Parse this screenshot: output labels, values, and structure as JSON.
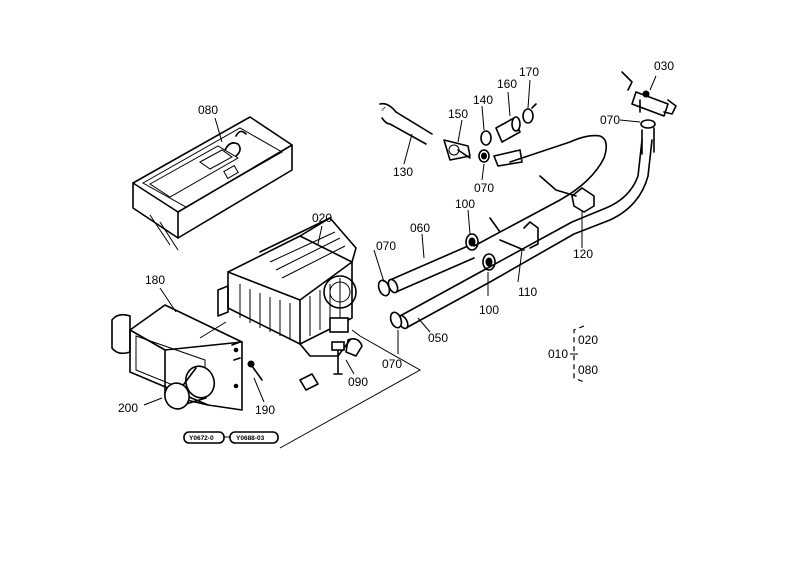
{
  "labels": {
    "l010": "010",
    "l020a": "020",
    "l020b": "020",
    "l030": "030",
    "l050": "050",
    "l060": "060",
    "l070a": "070",
    "l070b": "070",
    "l070c": "070",
    "l070d": "070",
    "l080a": "080",
    "l080b": "080",
    "l090": "090",
    "l100a": "100",
    "l100b": "100",
    "l110": "110",
    "l120": "120",
    "l130": "130",
    "l140": "140",
    "l150": "150",
    "l160": "160",
    "l170": "170",
    "l180": "180",
    "l190": "190",
    "l200": "200"
  },
  "refs": {
    "r1": "Y0672-0",
    "r2": "Y0688-03"
  }
}
